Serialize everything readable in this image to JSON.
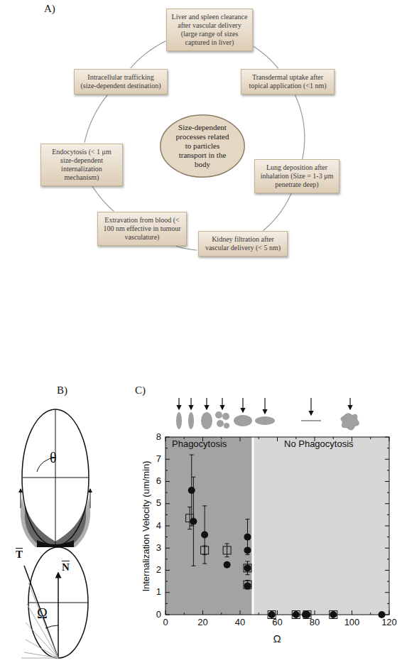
{
  "diagram": {
    "nodes": [
      {
        "text": [
          "Size-dependent processes related to particles transport in the body"
        ]
      },
      {
        "text": [
          "Liver and spleen clearance after vascular delivery (large range of sizes captured in liver)"
        ]
      },
      {
        "text": [
          "Transdermal uptake after topical application (<1 nm)"
        ]
      },
      {
        "text": [
          "Lung deposition after inhalation (Size = 1-3 μm penetrate deep)"
        ]
      },
      {
        "text": [
          "Kidney filtration after vascular delivery (< 5 nm)"
        ]
      },
      {
        "text": [
          "Extravation from blood (< 100 nm effective in tumour vasculature)"
        ]
      },
      {
        "text": [
          "Endocytosis (< 1 μm size-dependent internalization mechanism)"
        ]
      },
      {
        "text": [
          "Intracellular trafficking (size-dependent destination)"
        ]
      }
    ],
    "edges": [
      {
        "from": 1,
        "to": 2,
        "arrow": "none"
      },
      {
        "from": 2,
        "to": 3,
        "arrow": "none"
      },
      {
        "from": 3,
        "to": 4,
        "arrow": "none"
      },
      {
        "from": 4,
        "to": 5,
        "arrow": "none"
      },
      {
        "from": 5,
        "to": 6,
        "arrow": "none"
      },
      {
        "from": 6,
        "to": 7,
        "arrow": "none"
      },
      {
        "from": 7,
        "to": 1,
        "arrow": "none"
      }
    ],
    "labels": [
      "A)",
      "B)",
      "C)",
      "θ",
      "T",
      "N",
      "Ω",
      "Phagocytosis",
      "No Phagocytosis",
      "Internalization Velocity (um/min)",
      "Ω",
      "0",
      "1",
      "2",
      "3",
      "4",
      "5",
      "6",
      "7",
      "8",
      "0",
      "20",
      "40",
      "60",
      "80",
      "100",
      "120"
    ]
  }
}
